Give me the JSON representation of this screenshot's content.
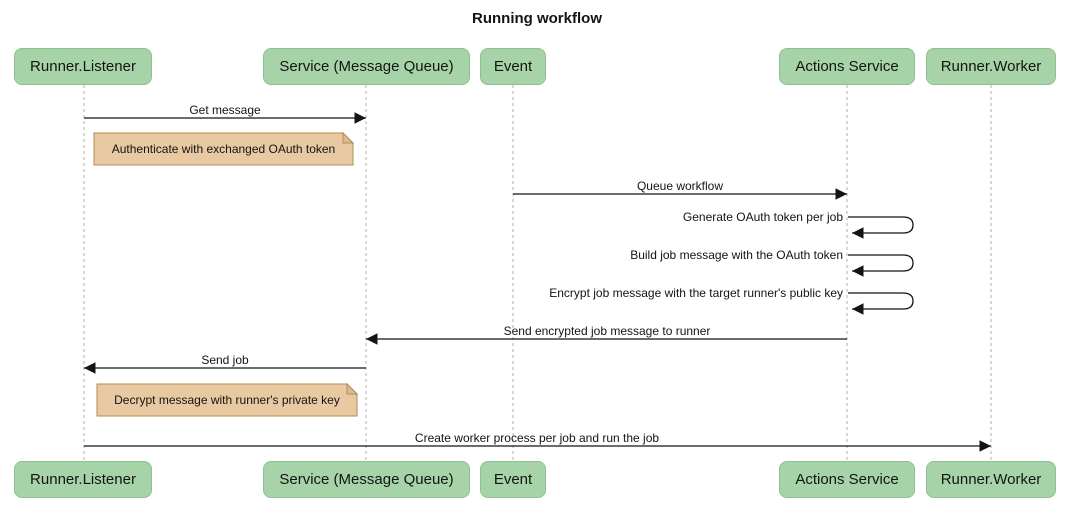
{
  "title": "Running workflow",
  "participants": [
    {
      "label": "Runner.Listener"
    },
    {
      "label": "Service (Message Queue)"
    },
    {
      "label": "Event"
    },
    {
      "label": "Actions Service"
    },
    {
      "label": "Runner.Worker"
    }
  ],
  "messages": {
    "get_message": "Get message",
    "queue_workflow": "Queue workflow",
    "generate_token": "Generate OAuth token per job",
    "build_job_message": "Build job message with the OAuth token",
    "encrypt_job_message": "Encrypt job message with the target runner's public key",
    "send_encrypted": "Send encrypted job message to runner",
    "send_job": "Send job",
    "create_worker": "Create worker process per job and run the job"
  },
  "notes": {
    "authenticate": "Authenticate with exchanged OAuth token",
    "decrypt": "Decrypt message with runner's private key"
  },
  "colors": {
    "background": "#ffffff",
    "actor_fill": "#a7d3a9",
    "actor_border": "#8fbf92",
    "note_fill": "#e9c9a2",
    "note_border": "#b08d57",
    "note_fold": "#dcba90",
    "line": "#141414",
    "lifeline": "#b0b0b0",
    "text": "#141414"
  }
}
